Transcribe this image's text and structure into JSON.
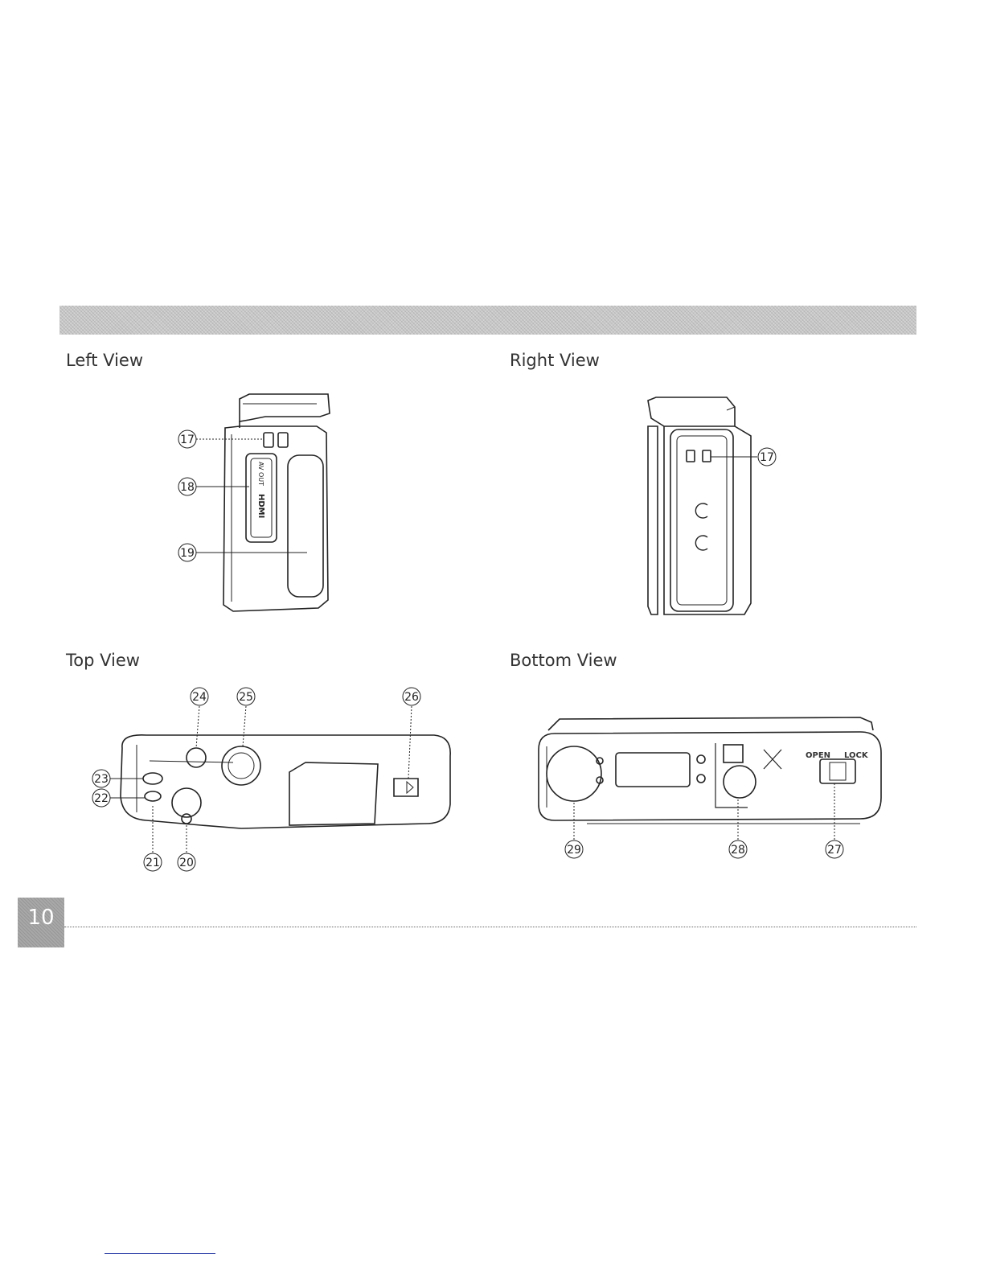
{
  "views": {
    "left": {
      "title": "Left View",
      "callouts": [
        "17",
        "18",
        "19"
      ],
      "port_text": {
        "av": "AV OUT",
        "hdmi": "HDMI"
      }
    },
    "right": {
      "title": "Right View",
      "callouts": [
        "17"
      ]
    },
    "top": {
      "title": "Top View",
      "callouts": [
        "20",
        "21",
        "22",
        "23",
        "24",
        "25",
        "26"
      ]
    },
    "bottom": {
      "title": "Bottom View",
      "callouts": [
        "27",
        "28",
        "29"
      ],
      "labels": {
        "open": "OPEN",
        "lock": "LOCK"
      }
    }
  },
  "page": {
    "number": "10"
  }
}
